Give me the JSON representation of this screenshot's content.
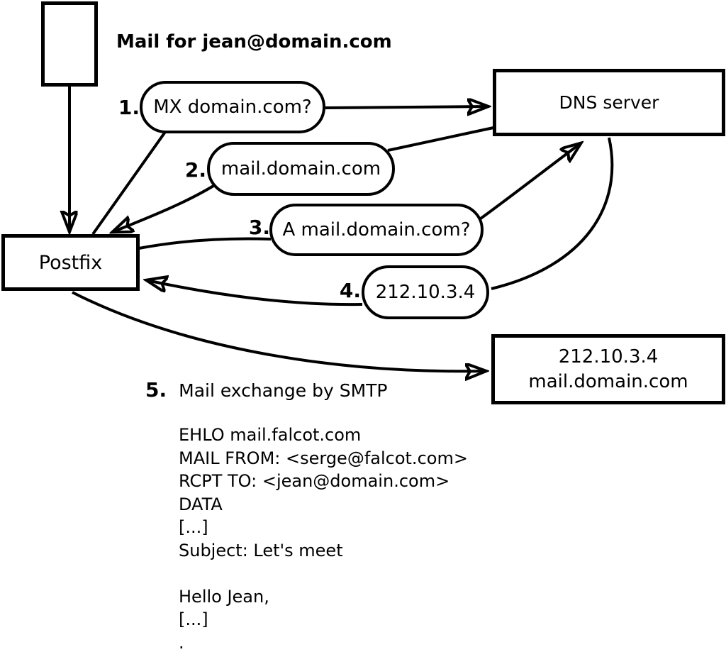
{
  "colors": {
    "ink": "#000000",
    "background": "#ffffff"
  },
  "mail_source": {
    "label": "Mail for jean@domain.com"
  },
  "nodes": {
    "postfix": {
      "label": "Postfix"
    },
    "dns": {
      "label": "DNS server"
    },
    "destination": {
      "line1": "212.10.3.4",
      "line2": "mail.domain.com"
    }
  },
  "steps": [
    {
      "num": "1.",
      "label": "MX domain.com?"
    },
    {
      "num": "2.",
      "label": "mail.domain.com"
    },
    {
      "num": "3.",
      "label": "A mail.domain.com?"
    },
    {
      "num": "4.",
      "label": "212.10.3.4"
    },
    {
      "num": "5.",
      "label": "Mail exchange by SMTP"
    }
  ],
  "smtp_session": {
    "lines": [
      "EHLO mail.falcot.com",
      "MAIL FROM: <serge@falcot.com>",
      "RCPT TO: <jean@domain.com>",
      "DATA",
      "[...]",
      "Subject: Let's meet",
      "",
      "Hello Jean,",
      "[...]",
      "."
    ]
  }
}
